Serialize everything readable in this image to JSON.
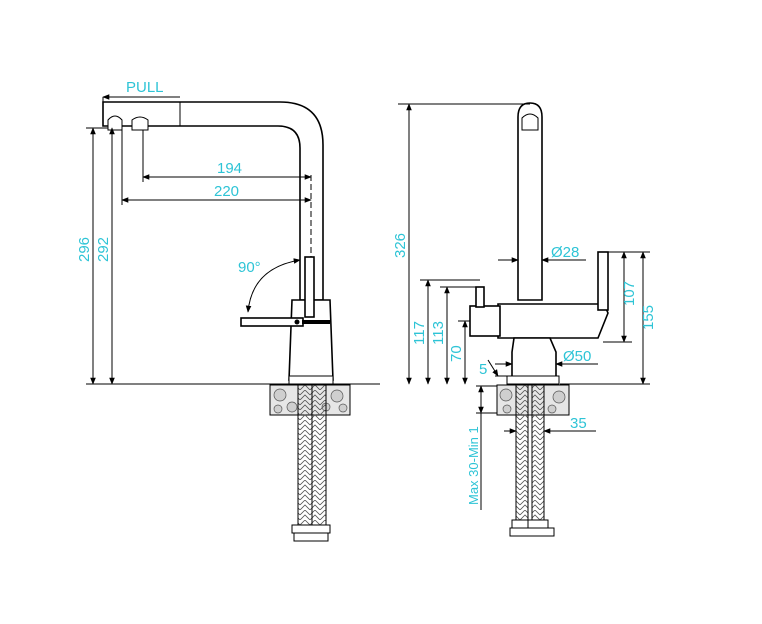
{
  "dimensions": {
    "side_view": {
      "pull": "PULL",
      "reach_194": "194",
      "reach_220": "220",
      "height_296": "296",
      "height_292": "292",
      "angle_90": "90°"
    },
    "front_view": {
      "height_326": "326",
      "diameter_28": "Ø28",
      "height_117": "117",
      "height_113": "113",
      "height_70": "70",
      "offset_5": "5",
      "diameter_50": "Ø50",
      "height_107": "107",
      "height_155": "155",
      "hole_35": "35",
      "counter_thickness": "Max 30-Min 1"
    }
  },
  "colors": {
    "dimension_text": "#2ec4d6",
    "line": "#000000",
    "background": "#ffffff"
  }
}
